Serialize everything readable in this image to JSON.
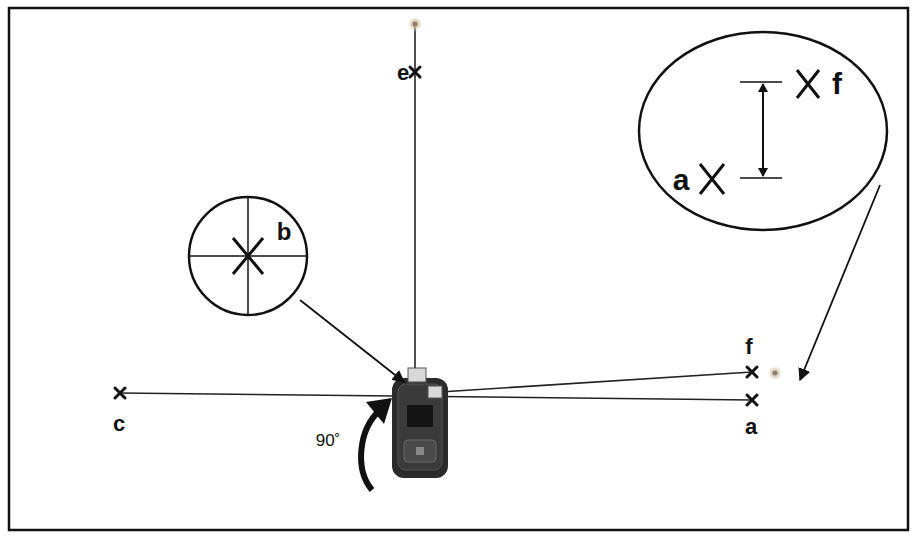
{
  "diagram": {
    "nodes": [
      {
        "text": [
          "f",
          "a"
        ]
      },
      {
        "text": [
          "b"
        ]
      }
    ],
    "labels": [
      "e",
      "f",
      "c",
      "a",
      "90˚"
    ]
  }
}
